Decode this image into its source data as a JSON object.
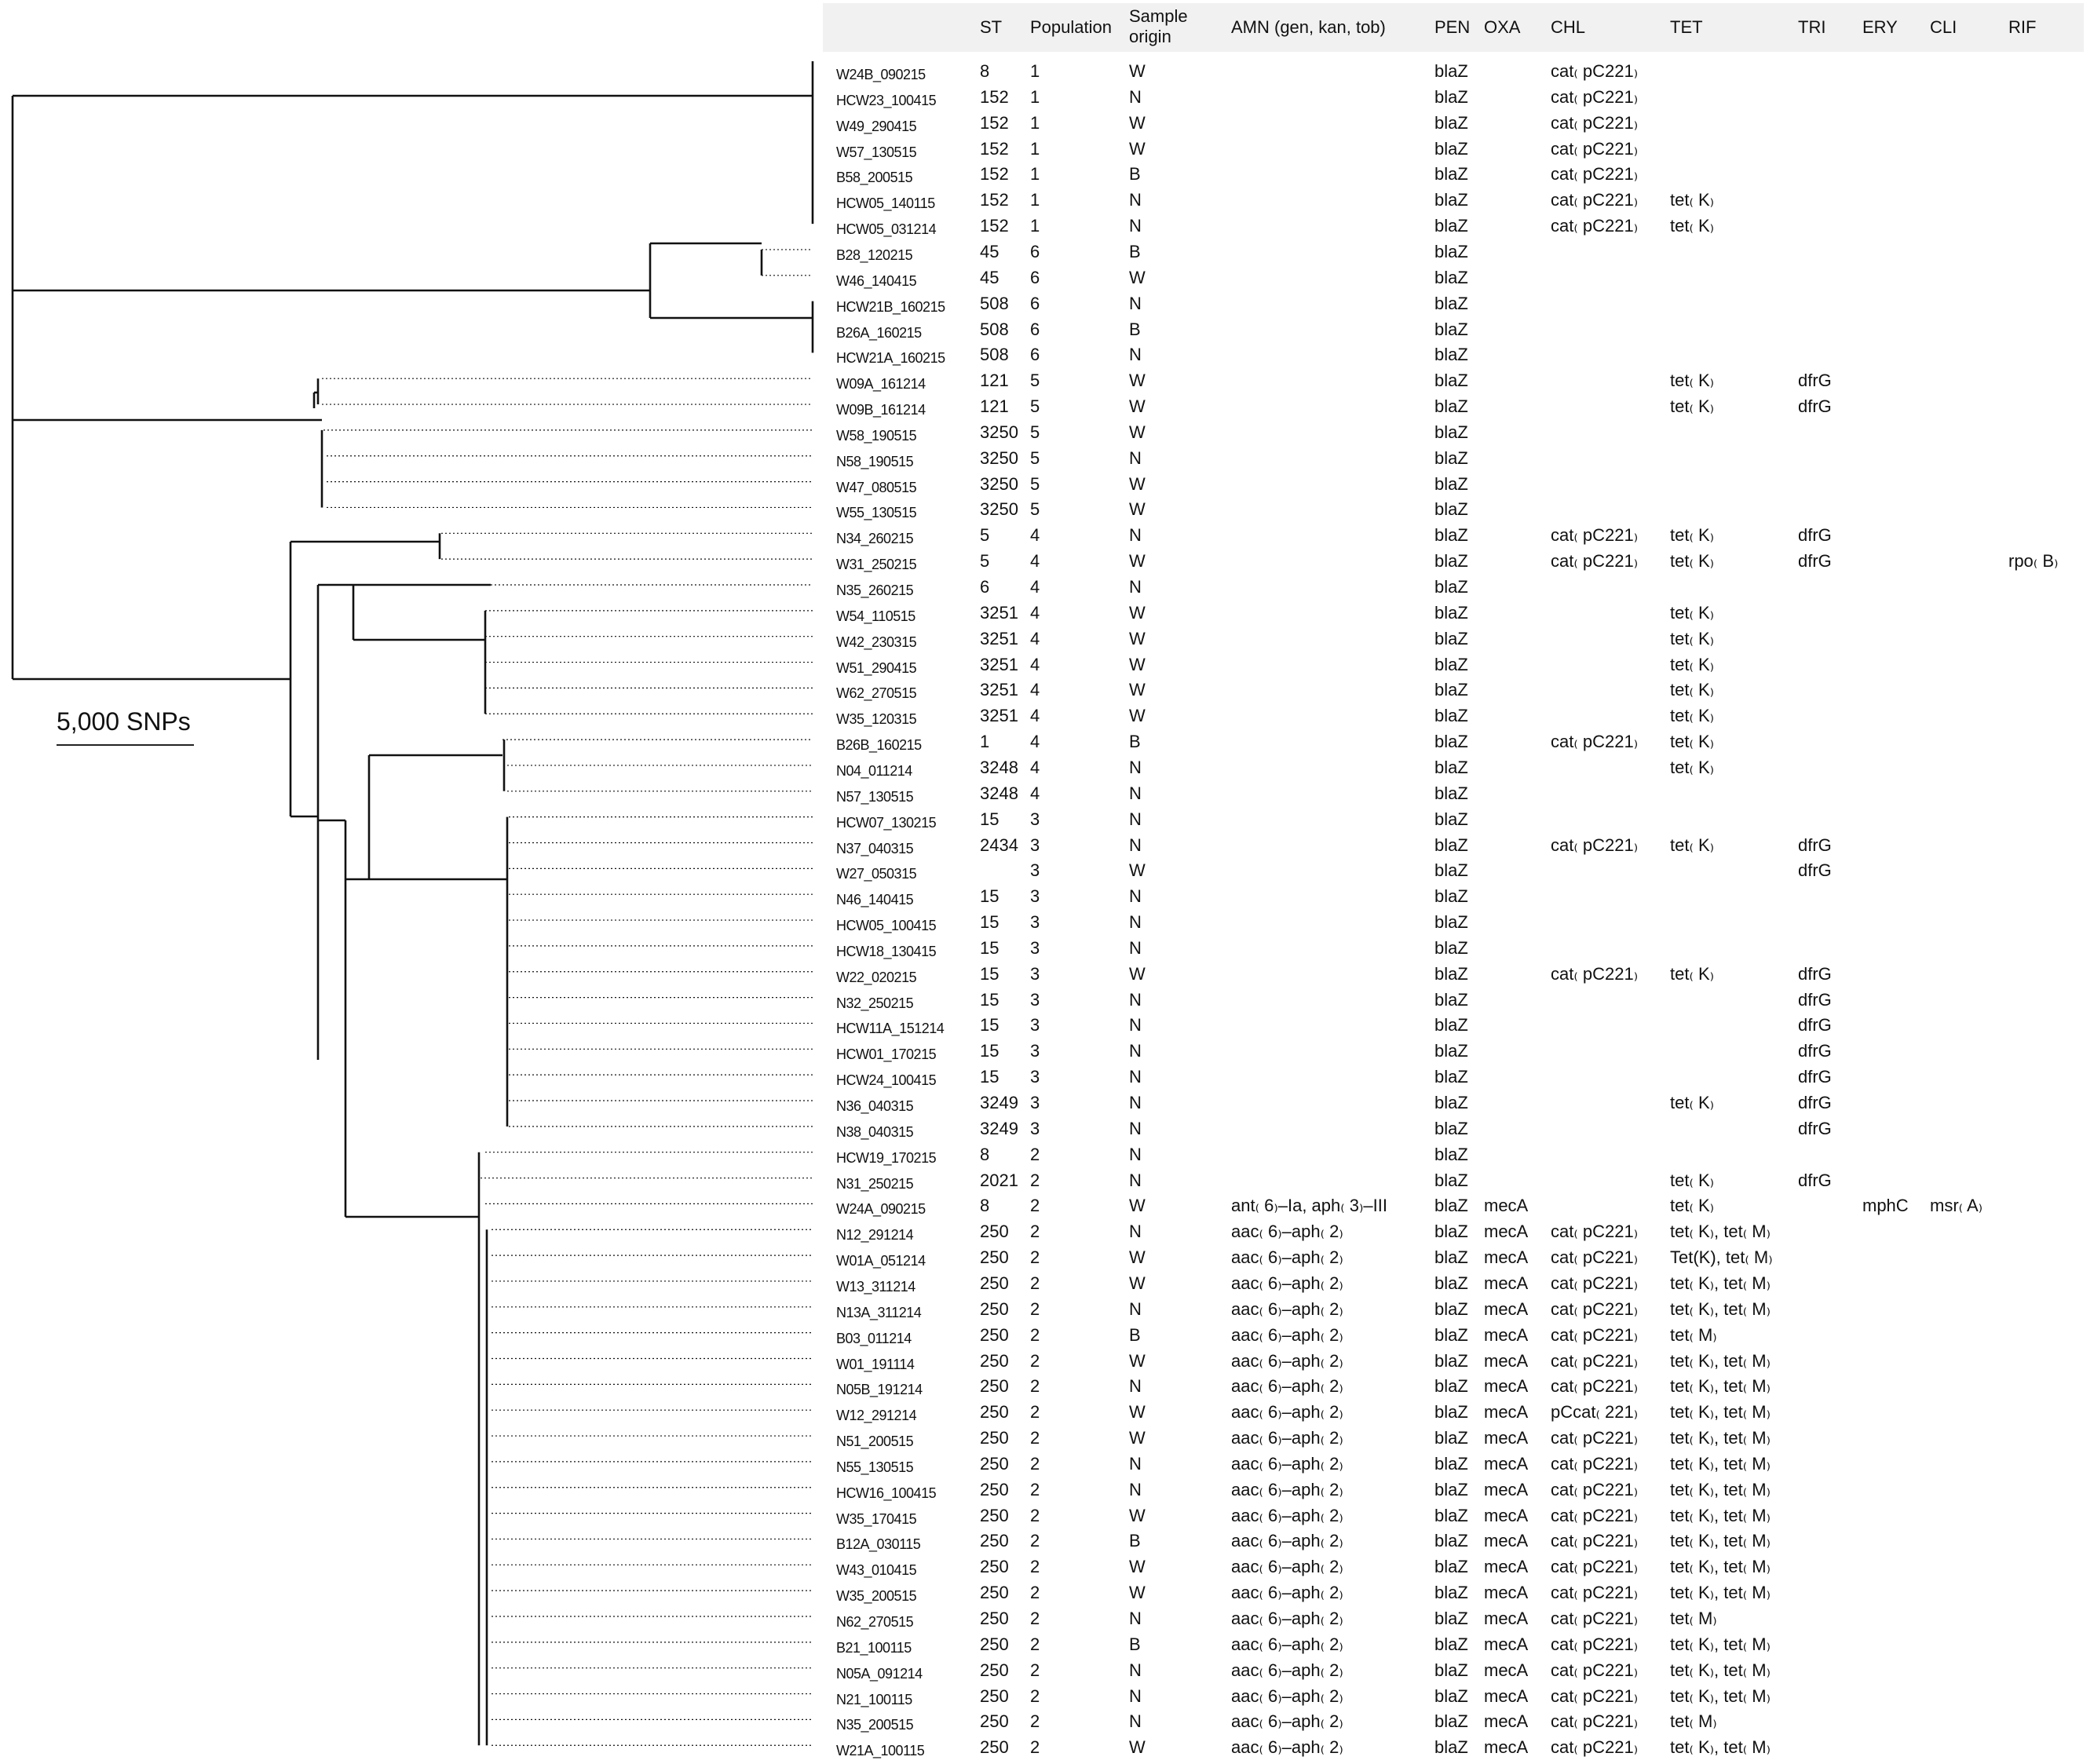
{
  "columns": {
    "st": "ST",
    "population": "Population",
    "sample_origin": "Sample origin",
    "amn": "AMN (gen, kan, tob)",
    "pen": "PEN",
    "oxa": "OXA",
    "chl": "CHL",
    "tet": "TET",
    "tri": "TRI",
    "ery": "ERY",
    "cli": "CLI",
    "rif": "RIF"
  },
  "scale_bar": {
    "label": "5,000 SNPs"
  },
  "isolates": [
    {
      "name": "W24B_090215",
      "st": "8",
      "pop": "1",
      "origin": "W",
      "amn": "",
      "pen": "blaZ",
      "oxa": "",
      "chl": "cat₍ pC221₎",
      "tet": "",
      "tri": "",
      "ery": "",
      "cli": "",
      "rif": ""
    },
    {
      "name": "HCW23_100415",
      "st": "152",
      "pop": "1",
      "origin": "N",
      "amn": "",
      "pen": "blaZ",
      "oxa": "",
      "chl": "cat₍ pC221₎",
      "tet": "",
      "tri": "",
      "ery": "",
      "cli": "",
      "rif": ""
    },
    {
      "name": "W49_290415",
      "st": "152",
      "pop": "1",
      "origin": "W",
      "amn": "",
      "pen": "blaZ",
      "oxa": "",
      "chl": "cat₍ pC221₎",
      "tet": "",
      "tri": "",
      "ery": "",
      "cli": "",
      "rif": ""
    },
    {
      "name": "W57_130515",
      "st": "152",
      "pop": "1",
      "origin": "W",
      "amn": "",
      "pen": "blaZ",
      "oxa": "",
      "chl": "cat₍ pC221₎",
      "tet": "",
      "tri": "",
      "ery": "",
      "cli": "",
      "rif": ""
    },
    {
      "name": "B58_200515",
      "st": "152",
      "pop": "1",
      "origin": "B",
      "amn": "",
      "pen": "blaZ",
      "oxa": "",
      "chl": "cat₍ pC221₎",
      "tet": "",
      "tri": "",
      "ery": "",
      "cli": "",
      "rif": ""
    },
    {
      "name": "HCW05_140115",
      "st": "152",
      "pop": "1",
      "origin": "N",
      "amn": "",
      "pen": "blaZ",
      "oxa": "",
      "chl": "cat₍ pC221₎",
      "tet": "tet₍ K₎",
      "tri": "",
      "ery": "",
      "cli": "",
      "rif": ""
    },
    {
      "name": "HCW05_031214",
      "st": "152",
      "pop": "1",
      "origin": "N",
      "amn": "",
      "pen": "blaZ",
      "oxa": "",
      "chl": "cat₍ pC221₎",
      "tet": "tet₍ K₎",
      "tri": "",
      "ery": "",
      "cli": "",
      "rif": ""
    },
    {
      "name": "B28_120215",
      "st": "45",
      "pop": "6",
      "origin": "B",
      "amn": "",
      "pen": "blaZ",
      "oxa": "",
      "chl": "",
      "tet": "",
      "tri": "",
      "ery": "",
      "cli": "",
      "rif": ""
    },
    {
      "name": "W46_140415",
      "st": "45",
      "pop": "6",
      "origin": "W",
      "amn": "",
      "pen": "blaZ",
      "oxa": "",
      "chl": "",
      "tet": "",
      "tri": "",
      "ery": "",
      "cli": "",
      "rif": ""
    },
    {
      "name": "HCW21B_160215",
      "st": "508",
      "pop": "6",
      "origin": "N",
      "amn": "",
      "pen": "blaZ",
      "oxa": "",
      "chl": "",
      "tet": "",
      "tri": "",
      "ery": "",
      "cli": "",
      "rif": ""
    },
    {
      "name": "B26A_160215",
      "st": "508",
      "pop": "6",
      "origin": "B",
      "amn": "",
      "pen": "blaZ",
      "oxa": "",
      "chl": "",
      "tet": "",
      "tri": "",
      "ery": "",
      "cli": "",
      "rif": ""
    },
    {
      "name": "HCW21A_160215",
      "st": "508",
      "pop": "6",
      "origin": "N",
      "amn": "",
      "pen": "blaZ",
      "oxa": "",
      "chl": "",
      "tet": "",
      "tri": "",
      "ery": "",
      "cli": "",
      "rif": ""
    },
    {
      "name": "W09A_161214",
      "st": "121",
      "pop": "5",
      "origin": "W",
      "amn": "",
      "pen": "blaZ",
      "oxa": "",
      "chl": "",
      "tet": "tet₍ K₎",
      "tri": "dfrG",
      "ery": "",
      "cli": "",
      "rif": ""
    },
    {
      "name": "W09B_161214",
      "st": "121",
      "pop": "5",
      "origin": "W",
      "amn": "",
      "pen": "blaZ",
      "oxa": "",
      "chl": "",
      "tet": "tet₍ K₎",
      "tri": "dfrG",
      "ery": "",
      "cli": "",
      "rif": ""
    },
    {
      "name": "W58_190515",
      "st": "3250",
      "pop": "5",
      "origin": "W",
      "amn": "",
      "pen": "blaZ",
      "oxa": "",
      "chl": "",
      "tet": "",
      "tri": "",
      "ery": "",
      "cli": "",
      "rif": ""
    },
    {
      "name": "N58_190515",
      "st": "3250",
      "pop": "5",
      "origin": "N",
      "amn": "",
      "pen": "blaZ",
      "oxa": "",
      "chl": "",
      "tet": "",
      "tri": "",
      "ery": "",
      "cli": "",
      "rif": ""
    },
    {
      "name": "W47_080515",
      "st": "3250",
      "pop": "5",
      "origin": "W",
      "amn": "",
      "pen": "blaZ",
      "oxa": "",
      "chl": "",
      "tet": "",
      "tri": "",
      "ery": "",
      "cli": "",
      "rif": ""
    },
    {
      "name": "W55_130515",
      "st": "3250",
      "pop": "5",
      "origin": "W",
      "amn": "",
      "pen": "blaZ",
      "oxa": "",
      "chl": "",
      "tet": "",
      "tri": "",
      "ery": "",
      "cli": "",
      "rif": ""
    },
    {
      "name": "N34_260215",
      "st": "5",
      "pop": "4",
      "origin": "N",
      "amn": "",
      "pen": "blaZ",
      "oxa": "",
      "chl": "cat₍ pC221₎",
      "tet": "tet₍ K₎",
      "tri": "dfrG",
      "ery": "",
      "cli": "",
      "rif": ""
    },
    {
      "name": "W31_250215",
      "st": "5",
      "pop": "4",
      "origin": "W",
      "amn": "",
      "pen": "blaZ",
      "oxa": "",
      "chl": "cat₍ pC221₎",
      "tet": "tet₍ K₎",
      "tri": "dfrG",
      "ery": "",
      "cli": "",
      "rif": "rpo₍ B₎"
    },
    {
      "name": "N35_260215",
      "st": "6",
      "pop": "4",
      "origin": "N",
      "amn": "",
      "pen": "blaZ",
      "oxa": "",
      "chl": "",
      "tet": "",
      "tri": "",
      "ery": "",
      "cli": "",
      "rif": ""
    },
    {
      "name": "W54_110515",
      "st": "3251",
      "pop": "4",
      "origin": "W",
      "amn": "",
      "pen": "blaZ",
      "oxa": "",
      "chl": "",
      "tet": "tet₍ K₎",
      "tri": "",
      "ery": "",
      "cli": "",
      "rif": ""
    },
    {
      "name": "W42_230315",
      "st": "3251",
      "pop": "4",
      "origin": "W",
      "amn": "",
      "pen": "blaZ",
      "oxa": "",
      "chl": "",
      "tet": "tet₍ K₎",
      "tri": "",
      "ery": "",
      "cli": "",
      "rif": ""
    },
    {
      "name": "W51_290415",
      "st": "3251",
      "pop": "4",
      "origin": "W",
      "amn": "",
      "pen": "blaZ",
      "oxa": "",
      "chl": "",
      "tet": "tet₍ K₎",
      "tri": "",
      "ery": "",
      "cli": "",
      "rif": ""
    },
    {
      "name": "W62_270515",
      "st": "3251",
      "pop": "4",
      "origin": "W",
      "amn": "",
      "pen": "blaZ",
      "oxa": "",
      "chl": "",
      "tet": "tet₍ K₎",
      "tri": "",
      "ery": "",
      "cli": "",
      "rif": ""
    },
    {
      "name": "W35_120315",
      "st": "3251",
      "pop": "4",
      "origin": "W",
      "amn": "",
      "pen": "blaZ",
      "oxa": "",
      "chl": "",
      "tet": "tet₍ K₎",
      "tri": "",
      "ery": "",
      "cli": "",
      "rif": ""
    },
    {
      "name": "B26B_160215",
      "st": "1",
      "pop": "4",
      "origin": "B",
      "amn": "",
      "pen": "blaZ",
      "oxa": "",
      "chl": "cat₍ pC221₎",
      "tet": "tet₍ K₎",
      "tri": "",
      "ery": "",
      "cli": "",
      "rif": ""
    },
    {
      "name": "N04_011214",
      "st": "3248",
      "pop": "4",
      "origin": "N",
      "amn": "",
      "pen": "blaZ",
      "oxa": "",
      "chl": "",
      "tet": "tet₍ K₎",
      "tri": "",
      "ery": "",
      "cli": "",
      "rif": ""
    },
    {
      "name": "N57_130515",
      "st": "3248",
      "pop": "4",
      "origin": "N",
      "amn": "",
      "pen": "blaZ",
      "oxa": "",
      "chl": "",
      "tet": "",
      "tri": "",
      "ery": "",
      "cli": "",
      "rif": ""
    },
    {
      "name": "HCW07_130215",
      "st": "15",
      "pop": "3",
      "origin": "N",
      "amn": "",
      "pen": "blaZ",
      "oxa": "",
      "chl": "",
      "tet": "",
      "tri": "",
      "ery": "",
      "cli": "",
      "rif": ""
    },
    {
      "name": "N37_040315",
      "st": "2434",
      "pop": "3",
      "origin": "N",
      "amn": "",
      "pen": "blaZ",
      "oxa": "",
      "chl": "cat₍ pC221₎",
      "tet": "tet₍ K₎",
      "tri": "dfrG",
      "ery": "",
      "cli": "",
      "rif": ""
    },
    {
      "name": "W27_050315",
      "st": "",
      "pop": "3",
      "origin": "W",
      "amn": "",
      "pen": "blaZ",
      "oxa": "",
      "chl": "",
      "tet": "",
      "tri": "dfrG",
      "ery": "",
      "cli": "",
      "rif": ""
    },
    {
      "name": "N46_140415",
      "st": "15",
      "pop": "3",
      "origin": "N",
      "amn": "",
      "pen": "blaZ",
      "oxa": "",
      "chl": "",
      "tet": "",
      "tri": "",
      "ery": "",
      "cli": "",
      "rif": ""
    },
    {
      "name": "HCW05_100415",
      "st": "15",
      "pop": "3",
      "origin": "N",
      "amn": "",
      "pen": "blaZ",
      "oxa": "",
      "chl": "",
      "tet": "",
      "tri": "",
      "ery": "",
      "cli": "",
      "rif": ""
    },
    {
      "name": "HCW18_130415",
      "st": "15",
      "pop": "3",
      "origin": "N",
      "amn": "",
      "pen": "blaZ",
      "oxa": "",
      "chl": "",
      "tet": "",
      "tri": "",
      "ery": "",
      "cli": "",
      "rif": ""
    },
    {
      "name": "W22_020215",
      "st": "15",
      "pop": "3",
      "origin": "W",
      "amn": "",
      "pen": "blaZ",
      "oxa": "",
      "chl": "cat₍ pC221₎",
      "tet": "tet₍ K₎",
      "tri": "dfrG",
      "ery": "",
      "cli": "",
      "rif": ""
    },
    {
      "name": "N32_250215",
      "st": "15",
      "pop": "3",
      "origin": "N",
      "amn": "",
      "pen": "blaZ",
      "oxa": "",
      "chl": "",
      "tet": "",
      "tri": "dfrG",
      "ery": "",
      "cli": "",
      "rif": ""
    },
    {
      "name": "HCW11A_151214",
      "st": "15",
      "pop": "3",
      "origin": "N",
      "amn": "",
      "pen": "blaZ",
      "oxa": "",
      "chl": "",
      "tet": "",
      "tri": "dfrG",
      "ery": "",
      "cli": "",
      "rif": ""
    },
    {
      "name": "HCW01_170215",
      "st": "15",
      "pop": "3",
      "origin": "N",
      "amn": "",
      "pen": "blaZ",
      "oxa": "",
      "chl": "",
      "tet": "",
      "tri": "dfrG",
      "ery": "",
      "cli": "",
      "rif": ""
    },
    {
      "name": "HCW24_100415",
      "st": "15",
      "pop": "3",
      "origin": "N",
      "amn": "",
      "pen": "blaZ",
      "oxa": "",
      "chl": "",
      "tet": "",
      "tri": "dfrG",
      "ery": "",
      "cli": "",
      "rif": ""
    },
    {
      "name": "N36_040315",
      "st": "3249",
      "pop": "3",
      "origin": "N",
      "amn": "",
      "pen": "blaZ",
      "oxa": "",
      "chl": "",
      "tet": "tet₍ K₎",
      "tri": "dfrG",
      "ery": "",
      "cli": "",
      "rif": ""
    },
    {
      "name": "N38_040315",
      "st": "3249",
      "pop": "3",
      "origin": "N",
      "amn": "",
      "pen": "blaZ",
      "oxa": "",
      "chl": "",
      "tet": "",
      "tri": "dfrG",
      "ery": "",
      "cli": "",
      "rif": ""
    },
    {
      "name": "HCW19_170215",
      "st": "8",
      "pop": "2",
      "origin": "N",
      "amn": "",
      "pen": "blaZ",
      "oxa": "",
      "chl": "",
      "tet": "",
      "tri": "",
      "ery": "",
      "cli": "",
      "rif": ""
    },
    {
      "name": "N31_250215",
      "st": "2021",
      "pop": "2",
      "origin": "N",
      "amn": "",
      "pen": "blaZ",
      "oxa": "",
      "chl": "",
      "tet": "tet₍ K₎",
      "tri": "dfrG",
      "ery": "",
      "cli": "",
      "rif": ""
    },
    {
      "name": "W24A_090215",
      "st": "8",
      "pop": "2",
      "origin": "W",
      "amn": "ant₍ 6₎–Ia, aph₍ 3₎–III",
      "pen": "blaZ",
      "oxa": "mecA",
      "chl": "",
      "tet": "tet₍ K₎",
      "tri": "",
      "ery": "mphC",
      "cli": "msr₍ A₎",
      "rif": ""
    },
    {
      "name": "N12_291214",
      "st": "250",
      "pop": "2",
      "origin": "N",
      "amn": "aac₍ 6₎–aph₍ 2₎",
      "pen": "blaZ",
      "oxa": "mecA",
      "chl": "cat₍ pC221₎",
      "tet": "tet₍ K₎, tet₍ M₎",
      "tri": "",
      "ery": "",
      "cli": "",
      "rif": ""
    },
    {
      "name": "W01A_051214",
      "st": "250",
      "pop": "2",
      "origin": "W",
      "amn": "aac₍ 6₎–aph₍ 2₎",
      "pen": "blaZ",
      "oxa": "mecA",
      "chl": "cat₍ pC221₎",
      "tet": "Tet(K), tet₍ M₎",
      "tri": "",
      "ery": "",
      "cli": "",
      "rif": ""
    },
    {
      "name": "W13_311214",
      "st": "250",
      "pop": "2",
      "origin": "W",
      "amn": "aac₍ 6₎–aph₍ 2₎",
      "pen": "blaZ",
      "oxa": "mecA",
      "chl": "cat₍ pC221₎",
      "tet": "tet₍ K₎, tet₍ M₎",
      "tri": "",
      "ery": "",
      "cli": "",
      "rif": ""
    },
    {
      "name": "N13A_311214",
      "st": "250",
      "pop": "2",
      "origin": "N",
      "amn": "aac₍ 6₎–aph₍ 2₎",
      "pen": "blaZ",
      "oxa": "mecA",
      "chl": "cat₍ pC221₎",
      "tet": "tet₍ K₎, tet₍ M₎",
      "tri": "",
      "ery": "",
      "cli": "",
      "rif": ""
    },
    {
      "name": "B03_011214",
      "st": "250",
      "pop": "2",
      "origin": "B",
      "amn": "aac₍ 6₎–aph₍ 2₎",
      "pen": "blaZ",
      "oxa": "mecA",
      "chl": "cat₍ pC221₎",
      "tet": "tet₍ M₎",
      "tri": "",
      "ery": "",
      "cli": "",
      "rif": ""
    },
    {
      "name": "W01_191114",
      "st": "250",
      "pop": "2",
      "origin": "W",
      "amn": "aac₍ 6₎–aph₍ 2₎",
      "pen": "blaZ",
      "oxa": "mecA",
      "chl": "cat₍ pC221₎",
      "tet": "tet₍ K₎, tet₍ M₎",
      "tri": "",
      "ery": "",
      "cli": "",
      "rif": ""
    },
    {
      "name": "N05B_191214",
      "st": "250",
      "pop": "2",
      "origin": "N",
      "amn": "aac₍ 6₎–aph₍ 2₎",
      "pen": "blaZ",
      "oxa": "mecA",
      "chl": "cat₍ pC221₎",
      "tet": "tet₍ K₎, tet₍ M₎",
      "tri": "",
      "ery": "",
      "cli": "",
      "rif": ""
    },
    {
      "name": "W12_291214",
      "st": "250",
      "pop": "2",
      "origin": "W",
      "amn": "aac₍ 6₎–aph₍ 2₎",
      "pen": "blaZ",
      "oxa": "mecA",
      "chl": "pCcat₍ 221₎",
      "tet": "tet₍ K₎, tet₍ M₎",
      "tri": "",
      "ery": "",
      "cli": "",
      "rif": ""
    },
    {
      "name": "N51_200515",
      "st": "250",
      "pop": "2",
      "origin": "W",
      "amn": "aac₍ 6₎–aph₍ 2₎",
      "pen": "blaZ",
      "oxa": "mecA",
      "chl": "cat₍ pC221₎",
      "tet": "tet₍ K₎, tet₍ M₎",
      "tri": "",
      "ery": "",
      "cli": "",
      "rif": ""
    },
    {
      "name": "N55_130515",
      "st": "250",
      "pop": "2",
      "origin": "N",
      "amn": "aac₍ 6₎–aph₍ 2₎",
      "pen": "blaZ",
      "oxa": "mecA",
      "chl": "cat₍ pC221₎",
      "tet": "tet₍ K₎, tet₍ M₎",
      "tri": "",
      "ery": "",
      "cli": "",
      "rif": ""
    },
    {
      "name": "HCW16_100415",
      "st": "250",
      "pop": "2",
      "origin": "N",
      "amn": "aac₍ 6₎–aph₍ 2₎",
      "pen": "blaZ",
      "oxa": "mecA",
      "chl": "cat₍ pC221₎",
      "tet": "tet₍ K₎, tet₍ M₎",
      "tri": "",
      "ery": "",
      "cli": "",
      "rif": ""
    },
    {
      "name": "W35_170415",
      "st": "250",
      "pop": "2",
      "origin": "W",
      "amn": "aac₍ 6₎–aph₍ 2₎",
      "pen": "blaZ",
      "oxa": "mecA",
      "chl": "cat₍ pC221₎",
      "tet": "tet₍ K₎, tet₍ M₎",
      "tri": "",
      "ery": "",
      "cli": "",
      "rif": ""
    },
    {
      "name": "B12A_030115",
      "st": "250",
      "pop": "2",
      "origin": "B",
      "amn": "aac₍ 6₎–aph₍ 2₎",
      "pen": "blaZ",
      "oxa": "mecA",
      "chl": "cat₍ pC221₎",
      "tet": "tet₍ K₎, tet₍ M₎",
      "tri": "",
      "ery": "",
      "cli": "",
      "rif": ""
    },
    {
      "name": "W43_010415",
      "st": "250",
      "pop": "2",
      "origin": "W",
      "amn": "aac₍ 6₎–aph₍ 2₎",
      "pen": "blaZ",
      "oxa": "mecA",
      "chl": "cat₍ pC221₎",
      "tet": "tet₍ K₎, tet₍ M₎",
      "tri": "",
      "ery": "",
      "cli": "",
      "rif": ""
    },
    {
      "name": "W35_200515",
      "st": "250",
      "pop": "2",
      "origin": "W",
      "amn": "aac₍ 6₎–aph₍ 2₎",
      "pen": "blaZ",
      "oxa": "mecA",
      "chl": "cat₍ pC221₎",
      "tet": "tet₍ K₎, tet₍ M₎",
      "tri": "",
      "ery": "",
      "cli": "",
      "rif": ""
    },
    {
      "name": "N62_270515",
      "st": "250",
      "pop": "2",
      "origin": "N",
      "amn": "aac₍ 6₎–aph₍ 2₎",
      "pen": "blaZ",
      "oxa": "mecA",
      "chl": "cat₍ pC221₎",
      "tet": "tet₍ M₎",
      "tri": "",
      "ery": "",
      "cli": "",
      "rif": ""
    },
    {
      "name": "B21_100115",
      "st": "250",
      "pop": "2",
      "origin": "B",
      "amn": "aac₍ 6₎–aph₍ 2₎",
      "pen": "blaZ",
      "oxa": "mecA",
      "chl": "cat₍ pC221₎",
      "tet": "tet₍ K₎, tet₍ M₎",
      "tri": "",
      "ery": "",
      "cli": "",
      "rif": ""
    },
    {
      "name": "N05A_091214",
      "st": "250",
      "pop": "2",
      "origin": "N",
      "amn": "aac₍ 6₎–aph₍ 2₎",
      "pen": "blaZ",
      "oxa": "mecA",
      "chl": "cat₍ pC221₎",
      "tet": "tet₍ K₎, tet₍ M₎",
      "tri": "",
      "ery": "",
      "cli": "",
      "rif": ""
    },
    {
      "name": "N21_100115",
      "st": "250",
      "pop": "2",
      "origin": "N",
      "amn": "aac₍ 6₎–aph₍ 2₎",
      "pen": "blaZ",
      "oxa": "mecA",
      "chl": "cat₍ pC221₎",
      "tet": "tet₍ K₎, tet₍ M₎",
      "tri": "",
      "ery": "",
      "cli": "",
      "rif": ""
    },
    {
      "name": "N35_200515",
      "st": "250",
      "pop": "2",
      "origin": "N",
      "amn": "aac₍ 6₎–aph₍ 2₎",
      "pen": "blaZ",
      "oxa": "mecA",
      "chl": "cat₍ pC221₎",
      "tet": "tet₍ M₎",
      "tri": "",
      "ery": "",
      "cli": "",
      "rif": ""
    },
    {
      "name": "W21A_100115",
      "st": "250",
      "pop": "2",
      "origin": "W",
      "amn": "aac₍ 6₎–aph₍ 2₎",
      "pen": "blaZ",
      "oxa": "mecA",
      "chl": "cat₍ pC221₎",
      "tet": "tet₍ K₎, tet₍ M₎",
      "tri": "",
      "ery": "",
      "cli": "",
      "rif": ""
    }
  ]
}
